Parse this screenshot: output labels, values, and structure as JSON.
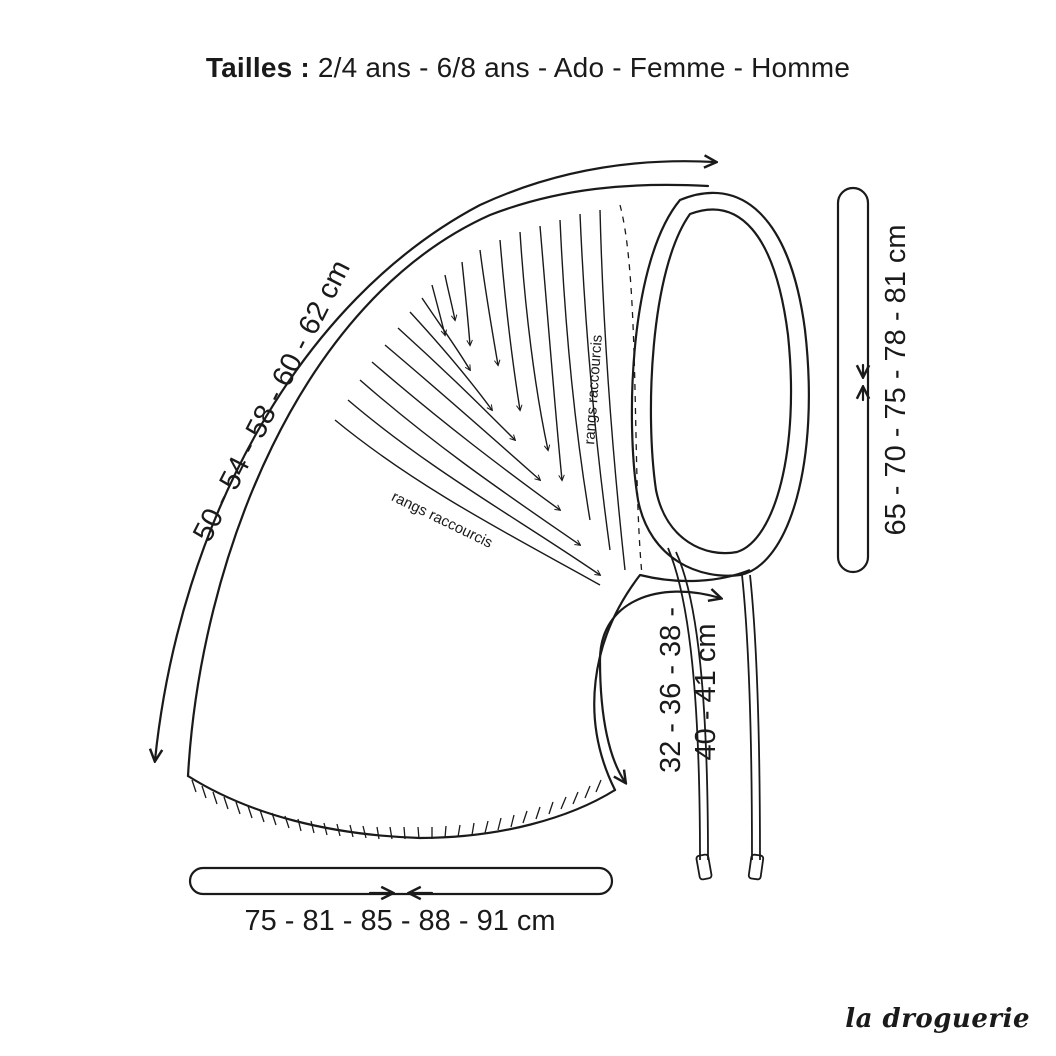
{
  "header": {
    "sizes_prefix": "Tailles :",
    "sizes_list": "2/4 ans - 6/8 ans - Ado - Femme - Homme"
  },
  "measurements": {
    "arc_length": "50 - 54 - 58 - 60 - 62 cm",
    "opening_height": "65 - 70 - 75 - 78 - 81 cm",
    "neck_depth_line1": "32 - 36 - 38 -",
    "neck_depth_line2": "40 - 41 cm",
    "bottom_width": "75 - 81 - 85 - 88 - 91 cm"
  },
  "annotations": {
    "short_rows_1": "rangs raccourcis",
    "short_rows_2": "rangs raccourcis"
  },
  "brand": {
    "name": "la droguerie"
  },
  "colors": {
    "ink": "#1a1a1a",
    "background": "#ffffff"
  }
}
